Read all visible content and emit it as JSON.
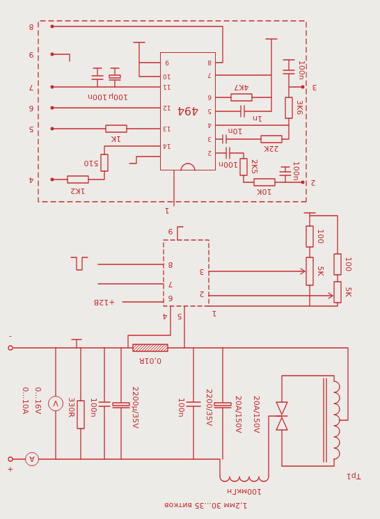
{
  "diagram": {
    "nodes": [
      {
        "text": [
          "494"
        ]
      },
      {
        "text": [
          "V"
        ]
      },
      {
        "text": [
          "A"
        ]
      }
    ],
    "labels": [
      "1,2мм 30...35 витков",
      "100мкГн",
      "Тр1",
      "20А/150V",
      "20А/150V",
      "2200/35V",
      "100n",
      "0,01R",
      "2200µ/35V",
      "100n",
      "330R",
      "0...16V",
      "0...10A",
      "+",
      "-",
      "9",
      "8",
      "7",
      "6",
      "5",
      "4",
      "3",
      "2",
      "1",
      "+12В",
      "100",
      "100",
      "5K",
      "5K",
      "8",
      "9",
      "7",
      "6",
      "5",
      "4",
      "3",
      "2",
      "1",
      "100n",
      "100µ",
      "1K",
      "510",
      "1K2",
      "1n",
      "4K7",
      "3K6",
      "100n",
      "22K",
      "10n",
      "100n",
      "2K5",
      "10K",
      "100n",
      "9",
      "10",
      "11",
      "12",
      "13",
      "14",
      "8",
      "7",
      "6",
      "5",
      "4",
      "3",
      "2"
    ]
  }
}
